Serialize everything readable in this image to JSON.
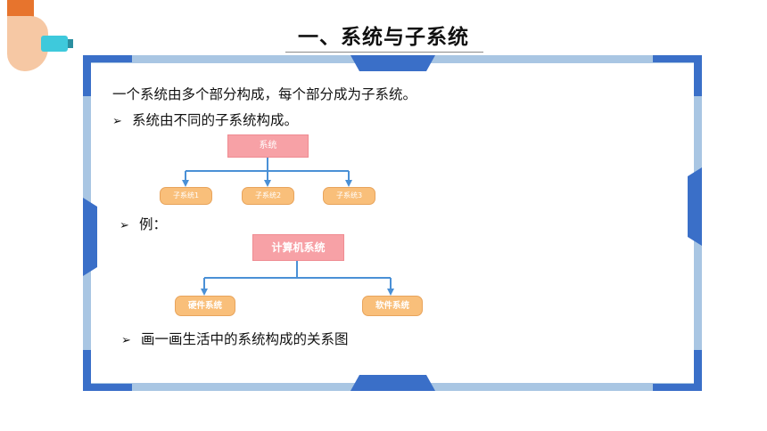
{
  "title": "一、系统与子系统",
  "colors": {
    "accent_blue": "#3a6fc8",
    "frame_light_blue": "#a9c6e3",
    "diagram_line": "#4a90d6",
    "box_pink": "#f7a1a6",
    "box_orange": "#f9bf7a"
  },
  "content": {
    "intro": "一个系统由多个部分构成，每个部分成为子系统。",
    "bullet_1": "系统由不同的子系统构成。",
    "example_label": "例：",
    "bullet_3": "画一画生活中的系统构成的关系图",
    "bullet_icon": "arrow-right-icon"
  },
  "diagram_1": {
    "root": "系统",
    "children": [
      "子系统1",
      "子系统2",
      "子系统3"
    ]
  },
  "diagram_2": {
    "root": "计算机系统",
    "children": [
      "硬件系统",
      "软件系统"
    ]
  }
}
